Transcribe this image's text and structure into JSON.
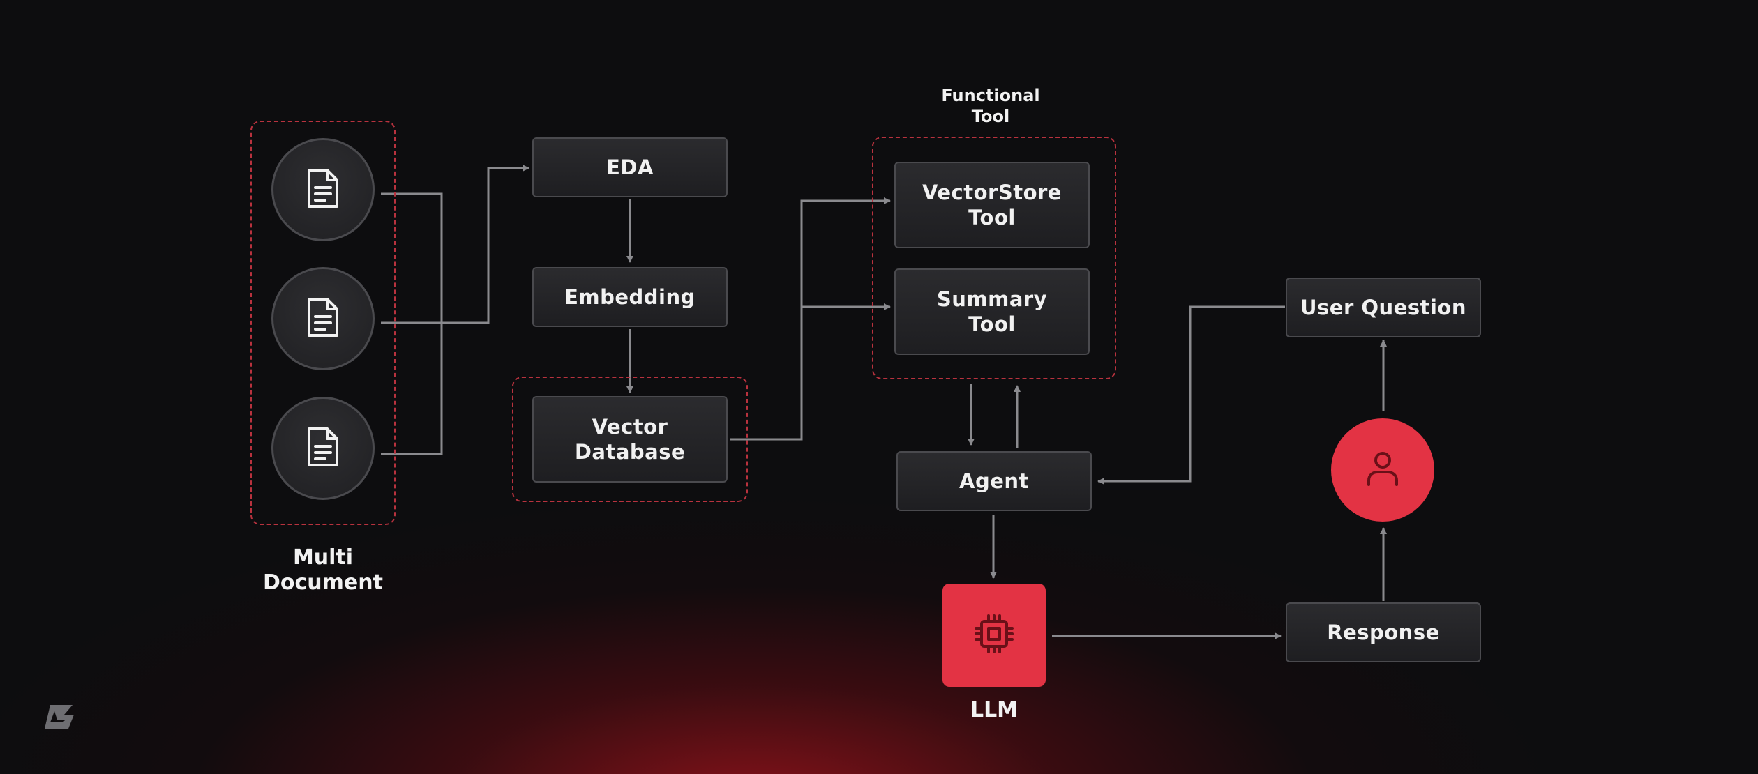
{
  "groups": {
    "documents_label": "Multi\nDocument",
    "tools_label": "Functional\nTool"
  },
  "nodes": {
    "eda": "EDA",
    "embedding": "Embedding",
    "vector_database": "Vector\nDatabase",
    "vectorstore_tool": "VectorStore\nTool",
    "summary_tool": "Summary\nTool",
    "agent": "Agent",
    "llm": "LLM",
    "user_question": "User Question",
    "response": "Response"
  },
  "icons": {
    "document": "document-icon",
    "llm": "cpu-chip-icon",
    "user": "user-icon",
    "logo": "brand-logo-icon"
  },
  "colors": {
    "accent": "#e33344",
    "dashed_border": "#b8323e",
    "connector": "#8a8a8e",
    "node_border": "#4a4a4e",
    "background": "#0d0d0f"
  }
}
